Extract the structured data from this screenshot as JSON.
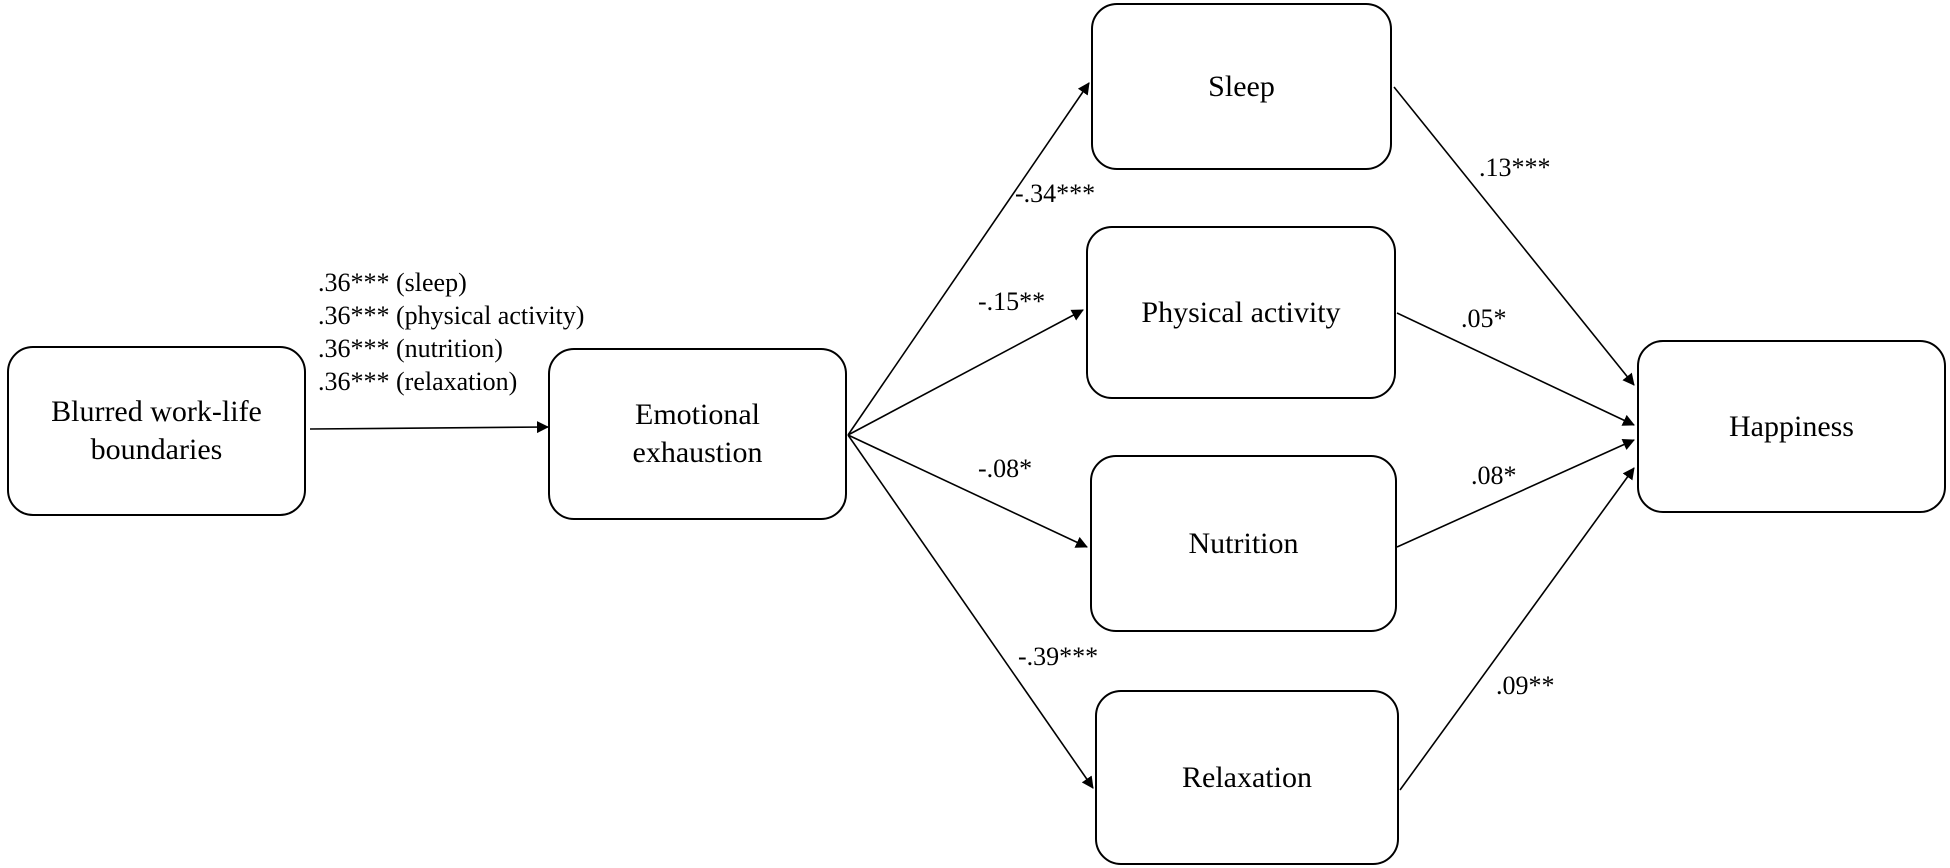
{
  "nodes": {
    "blurred": "Blurred work-life\nboundaries",
    "exhaustion": "Emotional\nexhaustion",
    "sleep": "Sleep",
    "physical": "Physical activity",
    "nutrition": "Nutrition",
    "relaxation": "Relaxation",
    "happiness": "Happiness"
  },
  "edges": {
    "blurred_to_exhaustion": [
      ".36*** (sleep)",
      ".36*** (physical activity)",
      ".36*** (nutrition)",
      ".36*** (relaxation)"
    ],
    "exhaustion_to_sleep": "-.34***",
    "exhaustion_to_physical": "-.15**",
    "exhaustion_to_nutrition": "-.08*",
    "exhaustion_to_relaxation": "-.39***",
    "sleep_to_happiness": ".13***",
    "physical_to_happiness": ".05*",
    "nutrition_to_happiness": ".08*",
    "relaxation_to_happiness": ".09**"
  }
}
